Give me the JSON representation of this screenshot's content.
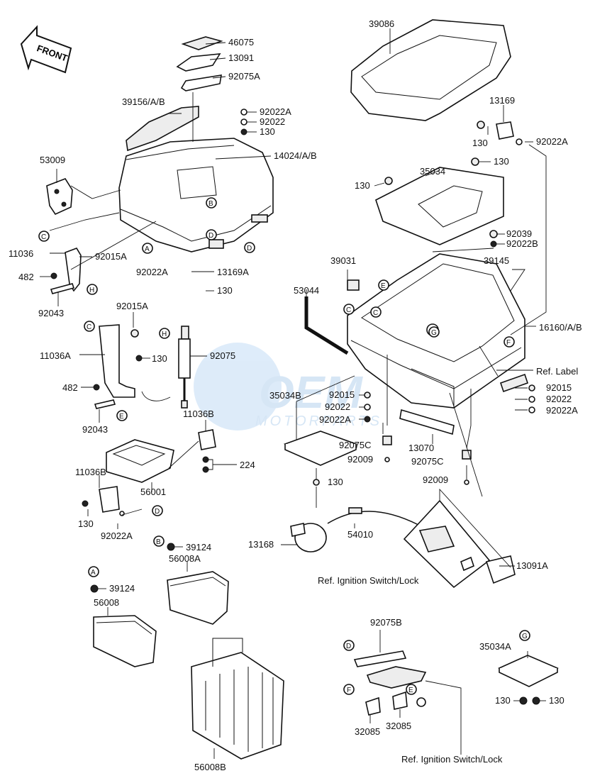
{
  "front_arrow": {
    "text": "FRONT"
  },
  "watermark": {
    "text": "OEM MOTORPARTS"
  },
  "parts": {
    "p46075": "46075",
    "p13091": "13091",
    "p92075A": "92075A",
    "p39156": "39156/A/B",
    "p92022A_top": "92022A",
    "p92022_top": "92022",
    "p130_top": "130",
    "p14024": "14024/A/B",
    "p53009": "53009",
    "p11036": "11036",
    "p92015A_a": "92015A",
    "p482_a": "482",
    "p92043_a": "92043",
    "p92022A_mid": "92022A",
    "p13169A": "13169A",
    "p130_mid": "130",
    "p92015A_b": "92015A",
    "p11036A": "11036A",
    "p130_b": "130",
    "p482_b": "482",
    "p92043_b": "92043",
    "p92075": "92075",
    "p11036B_a": "11036B",
    "p224": "224",
    "p56001": "56001",
    "p11036B_b": "11036B",
    "p130_c": "130",
    "p92022A_c": "92022A",
    "p39124_a": "39124",
    "p56008A": "56008A",
    "p39124_b": "39124",
    "p56008": "56008",
    "p56008B": "56008B",
    "p39086": "39086",
    "p13169": "13169",
    "p130_r1": "130",
    "p92022A_r1": "92022A",
    "p130_r2": "130",
    "p35034": "35034",
    "p130_r3": "130",
    "p92039": "92039",
    "p92022B": "92022B",
    "p39031": "39031",
    "p39145": "39145",
    "p53044": "53044",
    "p16160": "16160/A/B",
    "p_reflabel": "Ref. Label",
    "p92015_r": "92015",
    "p92022_r": "92022",
    "p92022A_r2": "92022A",
    "p35034B": "35034B",
    "p92015_m": "92015",
    "p92022_m": "92022",
    "p92022A_m": "92022A",
    "p92075C_a": "92075C",
    "p13070": "13070",
    "p92009_a": "92009",
    "p92075C_b": "92075C",
    "p92009_b": "92009",
    "p130_m": "130",
    "p54010": "54010",
    "p13168": "13168",
    "p13091A": "13091A",
    "p_ref_ign1": "Ref. Ignition Switch/Lock",
    "p92075B": "92075B",
    "p35034A": "35034A",
    "p130_s1": "130",
    "p130_s2": "130",
    "p32085_a": "32085",
    "p32085_b": "32085",
    "p_ref_ign2": "Ref. Ignition Switch/Lock"
  },
  "callouts": {
    "A": "A",
    "B": "B",
    "C": "C",
    "D": "D",
    "E": "E",
    "F": "F",
    "G": "G",
    "H": "H"
  }
}
